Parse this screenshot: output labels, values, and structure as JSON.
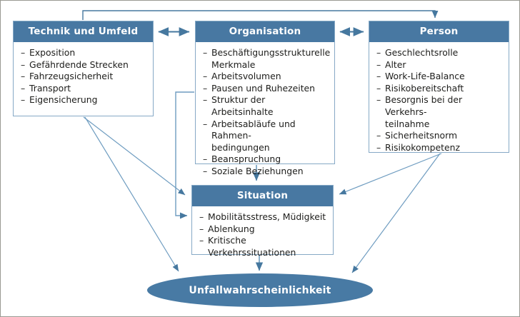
{
  "diagram": {
    "title_text": "Unfallwahrscheinlichkeit",
    "colors": {
      "header_blue": "#4878a2",
      "ellipse_blue": "#487aa4",
      "box_border": "#86a9c6",
      "connector": "#4878a2",
      "frame_border": "#9a9a92",
      "text": "#1d1d1b"
    },
    "boxes": {
      "technik": {
        "title": "Technik und Umfeld",
        "items": [
          "Exposition",
          "Gefährdende Strecken",
          "Fahrzeugsicherheit",
          "Transport",
          "Eigensicherung"
        ]
      },
      "organisation": {
        "title": "Organisation",
        "items": [
          "Beschäftigungsstrukturelle\nMerkmale",
          "Arbeitsvolumen",
          "Pausen und Ruhezeiten",
          "Struktur der Arbeitsinhalte",
          "Arbeitsabläufe und Rahmen-\nbedingungen",
          "Beanspruchung",
          "Soziale Beziehungen"
        ]
      },
      "person": {
        "title": "Person",
        "items": [
          "Geschlechtsrolle",
          "Alter",
          "Work-Life-Balance",
          "Risikobereitschaft",
          "Besorgnis bei der Verkehrs-\nteilnahme",
          "Sicherheitsnorm",
          "Risikokompetenz"
        ]
      },
      "situation": {
        "title": "Situation",
        "items": [
          "Mobilitätsstress, Müdigkeit",
          "Ablenkung",
          "Kritische Verkehrssituationen"
        ]
      }
    },
    "outcome": {
      "label": "Unfallwahrscheinlichkeit"
    },
    "connectors": [
      {
        "name": "technik-organisation-bidirectional",
        "from": "technik",
        "to": "organisation",
        "style": "double-arrow"
      },
      {
        "name": "organisation-person-bidirectional",
        "from": "organisation",
        "to": "person",
        "style": "double-arrow"
      },
      {
        "name": "technik-person-top",
        "from": "technik",
        "to": "person",
        "style": "elbow-arrow"
      },
      {
        "name": "technik-situation",
        "from": "technik",
        "to": "situation",
        "style": "arrow"
      },
      {
        "name": "technik-outcome",
        "from": "technik",
        "to": "outcome",
        "style": "arrow"
      },
      {
        "name": "organisation-situation-elbow",
        "from": "organisation",
        "to": "situation",
        "style": "elbow-arrow"
      },
      {
        "name": "organisation-situation-vertical",
        "from": "organisation",
        "to": "situation",
        "style": "arrow"
      },
      {
        "name": "person-situation",
        "from": "person",
        "to": "situation",
        "style": "arrow"
      },
      {
        "name": "person-outcome",
        "from": "person",
        "to": "outcome",
        "style": "arrow"
      },
      {
        "name": "situation-outcome",
        "from": "situation",
        "to": "outcome",
        "style": "arrow"
      }
    ]
  }
}
